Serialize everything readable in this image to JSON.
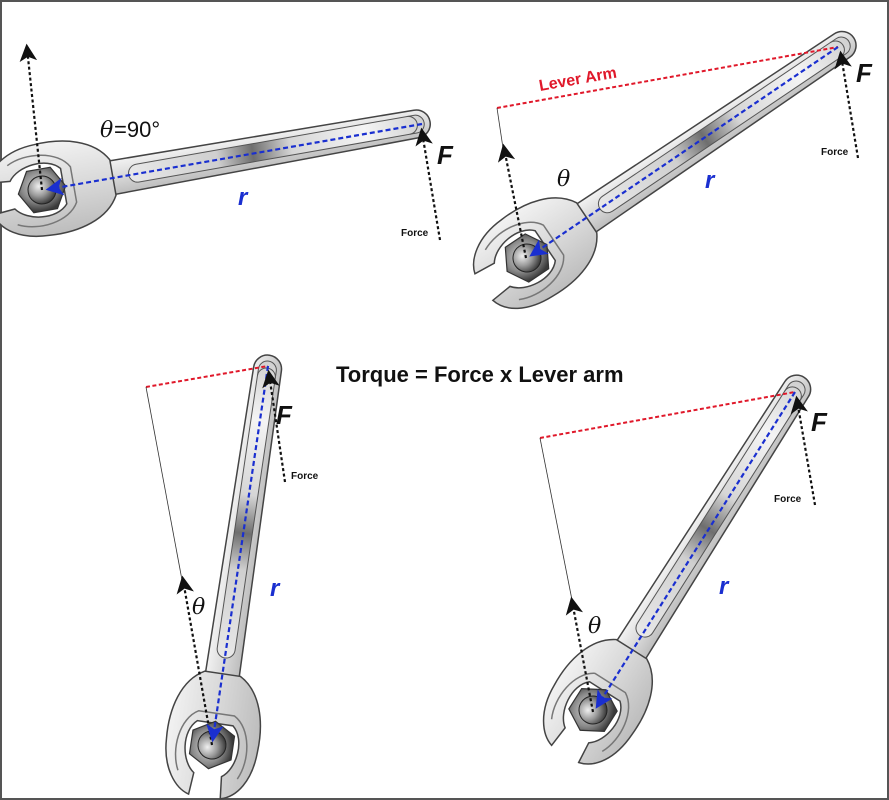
{
  "title": "Torque = Force x Lever arm",
  "colors": {
    "radius": "#1a2fd0",
    "lever_arm": "#e0182a",
    "force": "#111111",
    "frame": "#555555"
  },
  "panels": [
    {
      "id": "panel-1",
      "angle_label": "θ=90°",
      "theta_symbol": "θ",
      "theta_value": "=90°",
      "force_symbol": "F",
      "force_label": "Force",
      "radius_symbol": "r",
      "show_lever_arm": false
    },
    {
      "id": "panel-2",
      "angle_label": "θ",
      "theta_symbol": "θ",
      "force_symbol": "F",
      "force_label": "Force",
      "radius_symbol": "r",
      "lever_arm_label": "Lever Arm",
      "show_lever_arm": true
    },
    {
      "id": "panel-3",
      "angle_label": "θ",
      "theta_symbol": "θ",
      "force_symbol": "F",
      "force_label": "Force",
      "radius_symbol": "r",
      "show_lever_arm": true
    },
    {
      "id": "panel-4",
      "angle_label": "θ",
      "theta_symbol": "θ",
      "force_symbol": "F",
      "force_label": "Force",
      "radius_symbol": "r",
      "show_lever_arm": true
    }
  ],
  "icons": {
    "wrench": "wrench-icon",
    "nut": "hex-nut-icon"
  }
}
